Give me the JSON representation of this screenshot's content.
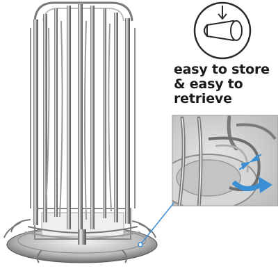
{
  "tagline": {
    "line1": "easy to store",
    "line2": "& easy to",
    "line3": "retrieve"
  },
  "colors": {
    "chrome_dark": "#6b6b6b",
    "chrome_light": "#e6e6e6",
    "accent_blue": "#3c8fd4",
    "inset_border": "#9a9a9a",
    "text": "#1a1a1a"
  },
  "icons": [
    "pod-insert-icon",
    "down-arrow-icon",
    "rotation-arrow-icon",
    "squeeze-arrows-icon"
  ]
}
